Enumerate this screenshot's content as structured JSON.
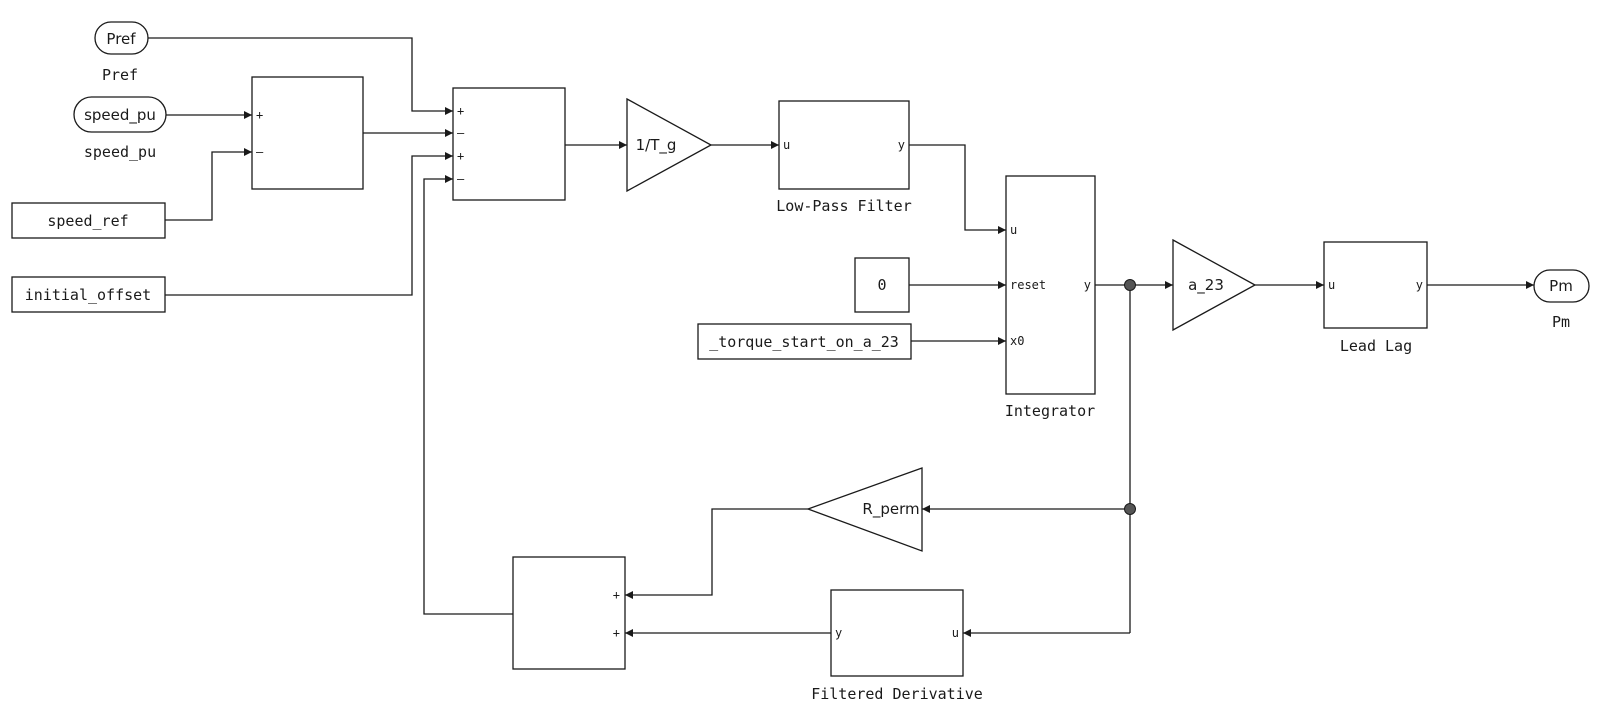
{
  "blocks": {
    "pref": {
      "inner": "Pref",
      "caption": "Pref"
    },
    "speed_pu": {
      "inner": "speed_pu",
      "caption": "speed_pu"
    },
    "speed_ref": {
      "inner": "speed_ref"
    },
    "initial_offset": {
      "inner": "initial_offset"
    },
    "sum1": {
      "signs": [
        "+",
        "–"
      ]
    },
    "sum2": {
      "signs": [
        "+",
        "–",
        "+",
        "–"
      ]
    },
    "gain_tg": {
      "inner": "1/T_g"
    },
    "lowpass": {
      "caption": "Low-Pass Filter",
      "in_port": "u",
      "out_port": "y"
    },
    "integrator": {
      "caption": "Integrator",
      "ports": [
        "u",
        "reset",
        "x0"
      ],
      "out_port": "y"
    },
    "zero_const": {
      "inner": "0"
    },
    "torque_start": {
      "inner": "_torque_start_on_a_23"
    },
    "gain_a23": {
      "inner": "a_23"
    },
    "leadlag": {
      "caption": "Lead Lag",
      "in_port": "u",
      "out_port": "y"
    },
    "pm": {
      "inner": "Pm",
      "caption": "Pm"
    },
    "gain_rperm": {
      "inner": "R_perm"
    },
    "sum3": {
      "signs": [
        "+",
        "+"
      ]
    },
    "filtered_derivative": {
      "caption": "Filtered Derivative",
      "in_port": "u",
      "out_port": "y"
    }
  }
}
